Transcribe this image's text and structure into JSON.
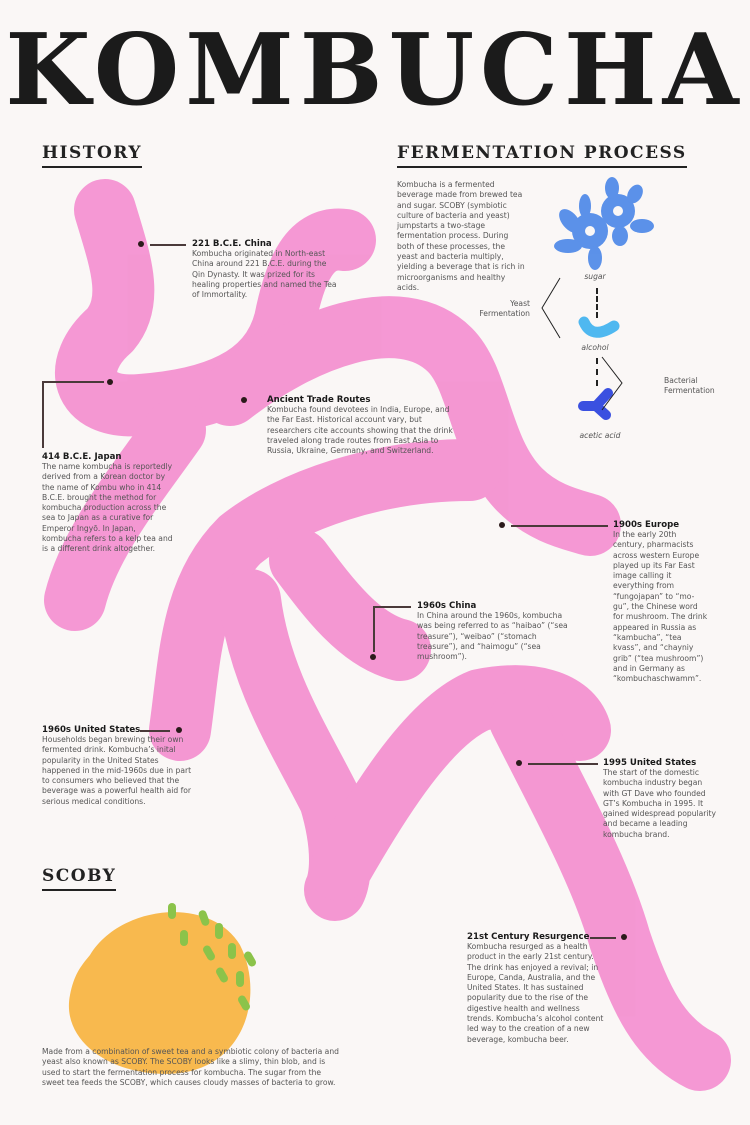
{
  "title": "KOMBUCHA",
  "colors": {
    "blob": "#f48fd0",
    "sugar": "#4a86e8",
    "alcohol": "#4fb8f0",
    "acetic": "#3a50e0",
    "scoby": "#f7b13c",
    "dots": "#8bc34a"
  },
  "history": {
    "heading": "HISTORY",
    "events": [
      {
        "title": "221 B.C.E. China",
        "text": "Kombucha originated in North-east China around 221 B.C.E. during the Qin Dynasty. It was prized for its healing properties and named the Tea of Immortality."
      },
      {
        "title": "414 B.C.E. Japan",
        "text": "The name kombucha is reportedly derived from a Korean doctor by the name of Kombu who in 414 B.C.E. brought the method for kombucha production across the sea to Japan as a curative for Emperor Ingyō. In Japan, kombucha refers to a kelp tea and is a different drink altogether."
      },
      {
        "title": "Ancient Trade Routes",
        "text": "Kombucha found devotees in India, Europe, and the Far East. Historical account vary, but researchers cite accounts showing that the drink traveled along trade routes from East Asia to Russia, Ukraine, Germany, and Switzerland."
      },
      {
        "title": "1900s Europe",
        "text": "In the early 20th century, pharmacists across western Europe played up its Far East image calling it everything from “fungojapan” to “mo-gu”, the Chinese word for mushroom. The drink appeared in Russia as “kambucha”, “tea kvass”, and “chayniy grib” (“tea mushroom”) and in Germany as “kombuchaschwamm”."
      },
      {
        "title": "1960s China",
        "text": "In China around the 1960s, kombucha was being referred to as “haibao” (“sea treasure”), “weibao” (“stomach treasure”), and “haimogu” (“sea mushroom”)."
      },
      {
        "title": "1960s United States",
        "text": "Households began brewing their own fermented drink. Kombucha’s inital popularity in the United States happened in the mid-1960s due in part to consumers who believed that the beverage was a powerful health aid for serious medical conditions."
      },
      {
        "title": "1995 United States",
        "text": "The start of the domestic kombucha industry began with GT Dave who founded GT’s Kombucha in 1995. It gained widespread popularity and became a leading kombucha brand."
      },
      {
        "title": "21st Century Resurgence",
        "text": "Kombucha resurged as a health product in the early 21st century. The drink has enjoyed a revival; in Europe, Canda, Australia, and the United States. It has sustained popularity due to the rise of the digestive health and wellness trends. Kombucha’s alcohol content led way to the creation of a new beverage, kombucha beer."
      }
    ]
  },
  "fermentation": {
    "heading": "FERMENTATION PROCESS",
    "intro": "Kombucha is a fermented beverage made from brewed tea and sugar. SCOBY (symbiotic culture of bacteria and yeast) jumpstarts a two-stage fermentation process. During both of these processes, the yeast and bacteria multiply, yielding a beverage that is rich in microorganisms and healthy acids.",
    "stages": [
      "sugar",
      "alcohol",
      "acetic acid"
    ],
    "yeast": "Yeast Fermentation",
    "bacterial": "Bacterial Fermentation"
  },
  "scoby": {
    "heading": "SCOBY",
    "text": "Made from a combination of sweet tea and a symbiotic colony of bacteria and yeast also known as SCOBY. The SCOBY looks like a slimy, thin blob, and is used to start the fermentation process for kombucha. The sugar from the sweet tea feeds the SCOBY, which causes cloudy masses of bacteria to grow."
  }
}
